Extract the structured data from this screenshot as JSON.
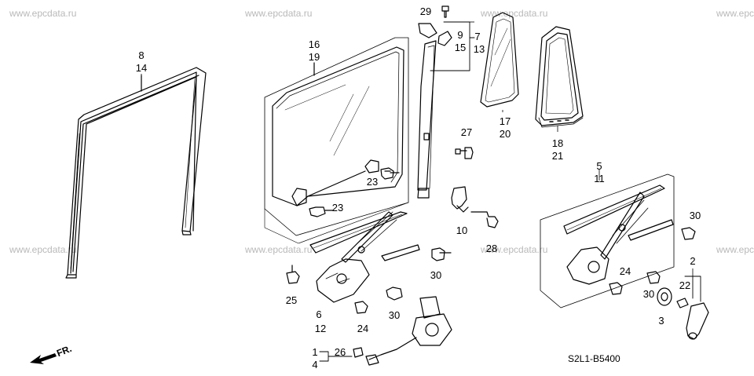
{
  "watermark": "www.epcdata.ru",
  "diagram_code": "S2L1-B5400",
  "direction_label": "FR.",
  "callouts": {
    "c8": "8",
    "c14": "14",
    "c16": "16",
    "c19": "19",
    "c29": "29",
    "c9": "9",
    "c7": "7",
    "c15": "15",
    "c13": "13",
    "c17": "17",
    "c20": "20",
    "c18": "18",
    "c21": "21",
    "c27": "27",
    "c23a": "23",
    "c23b": "23",
    "c10": "10",
    "c28": "28",
    "c5": "5",
    "c11": "11",
    "c30a": "30",
    "c30b": "30",
    "c30c": "30",
    "c30d": "30",
    "c2": "2",
    "c22": "22",
    "c25": "25",
    "c6": "6",
    "c12": "12",
    "c24a": "24",
    "c24b": "24",
    "c3": "3",
    "c1": "1",
    "c26": "26",
    "c4": "4"
  }
}
